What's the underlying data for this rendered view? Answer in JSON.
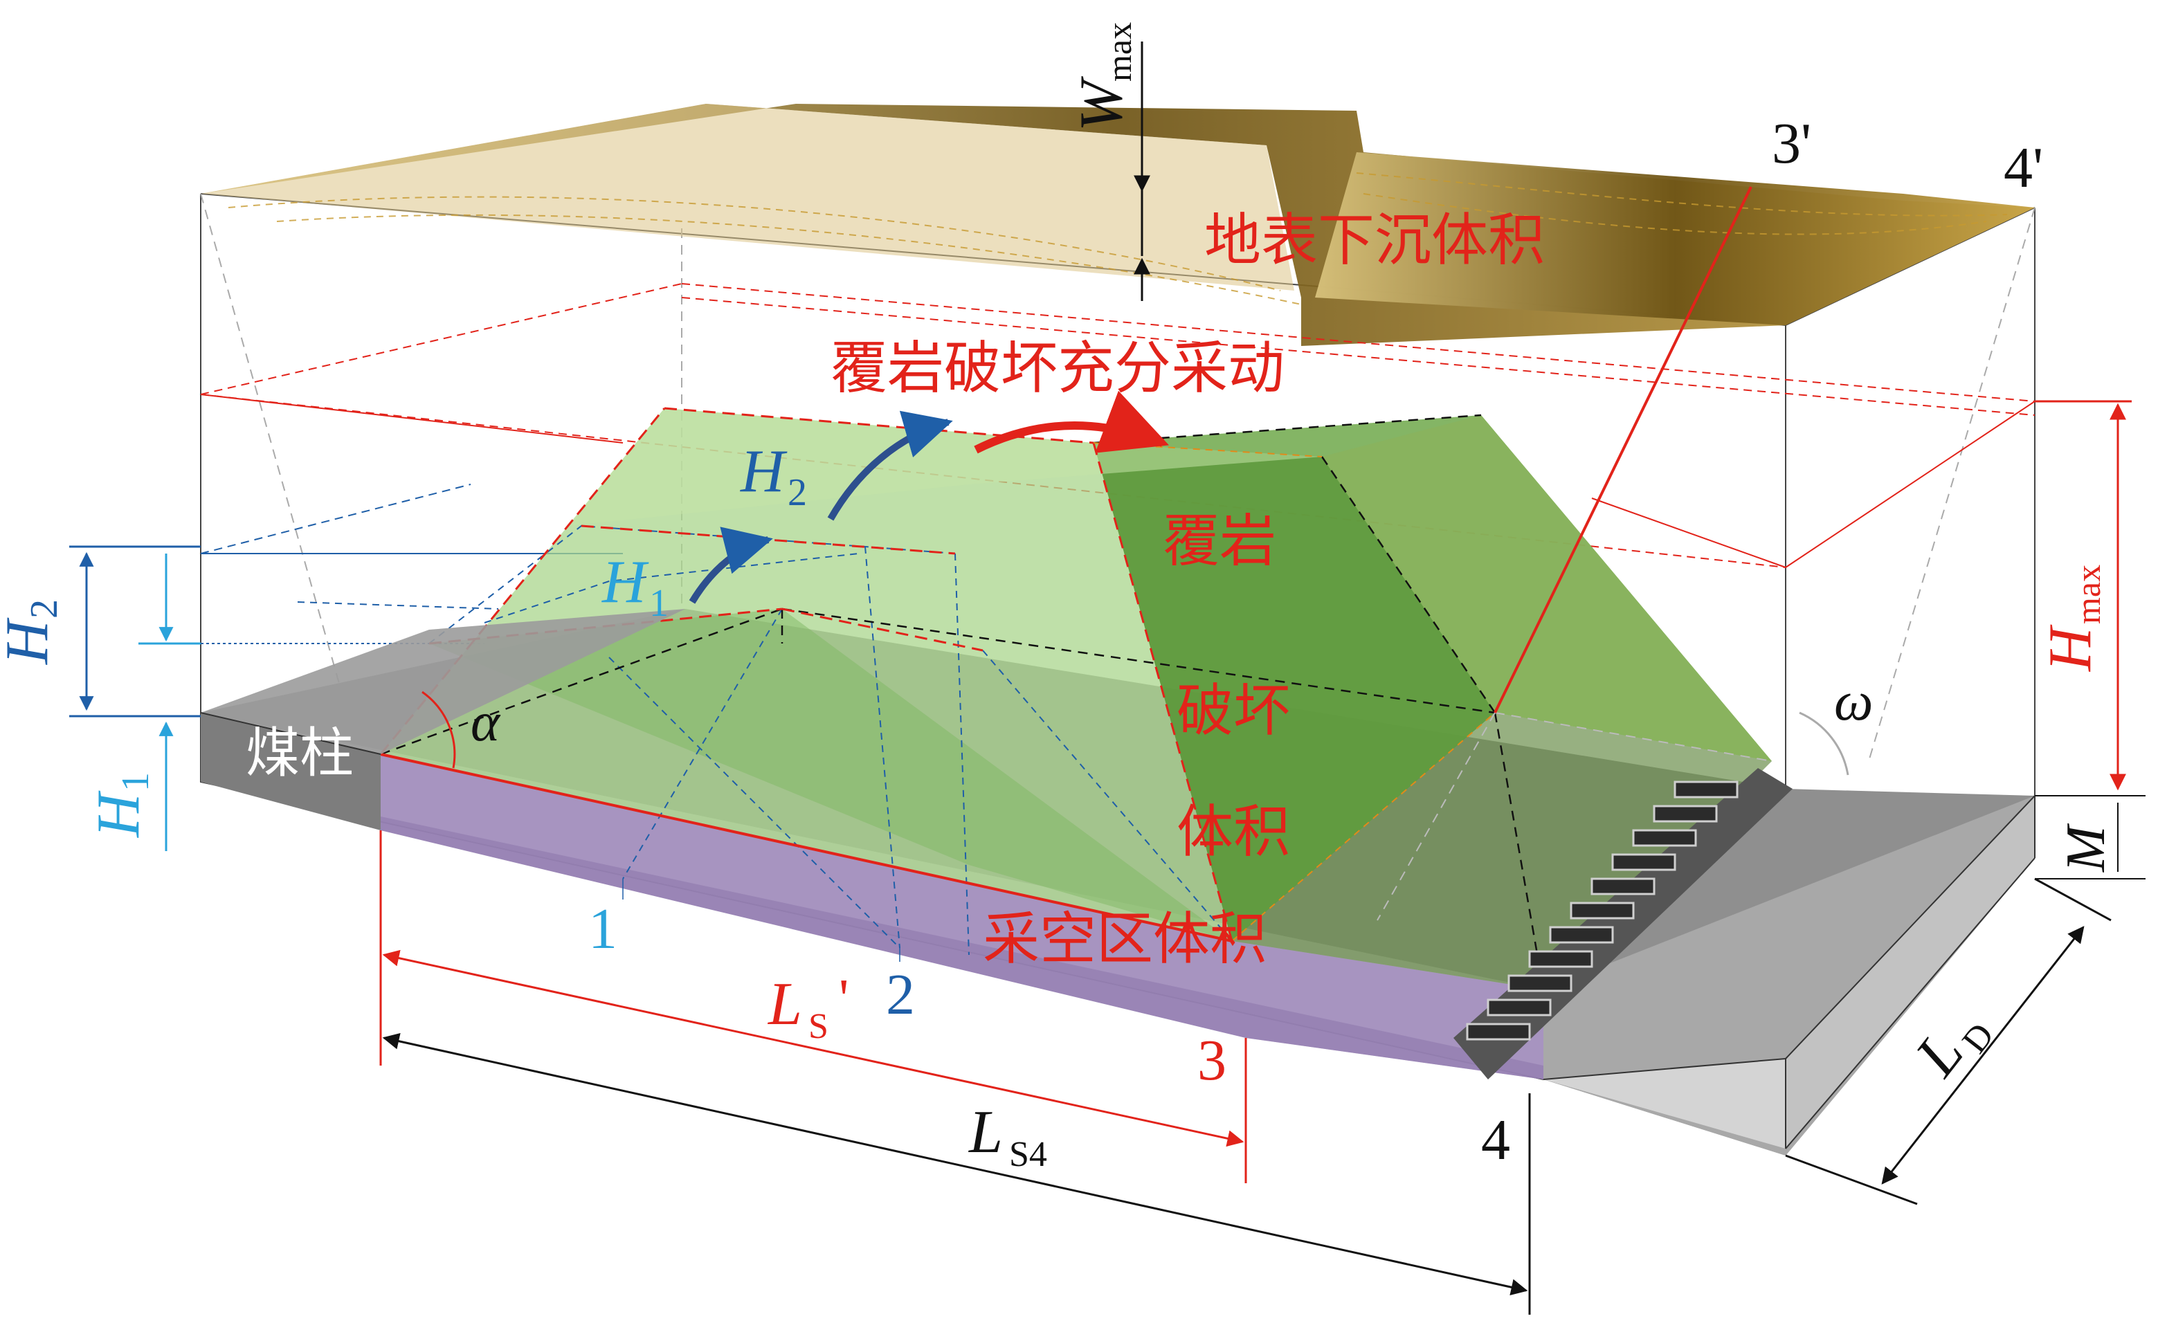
{
  "labels": {
    "surface_subsidence": "地表下沉体积",
    "full_mining": "覆岩破坏充分采动",
    "overburden_1": "覆岩",
    "overburden_2": "破坏",
    "overburden_3": "体积",
    "goaf": "采空区体积",
    "coal_pillar": "煤柱",
    "w_max_main": "W",
    "w_max_sub": "max",
    "h_max_main": "H",
    "h_max_sub": "max",
    "h1_main": "H",
    "h1_sub": "1",
    "h2_main": "H",
    "h2_sub": "2",
    "ls_main": "L",
    "ls_sub": "S",
    "ls_prime": "'",
    "ls4_main": "L",
    "ls4_sub": "S4",
    "ld_main": "L",
    "ld_sub": "D",
    "m_label": "M",
    "alpha": "α",
    "omega": "ω",
    "pt1": "1",
    "pt2": "2",
    "pt3": "3",
    "pt4": "4",
    "pt3p": "3'",
    "pt4p": "4'"
  },
  "colors": {
    "red": "#e2231a",
    "blue_dark": "#1f5fa8",
    "blue_light": "#2aa3db",
    "green_fill": "#8dc26e",
    "green_dark": "#5f9a3e",
    "purple": "#9a86b0",
    "gray": "#8c8c8c",
    "gold": "#a07e2e"
  }
}
